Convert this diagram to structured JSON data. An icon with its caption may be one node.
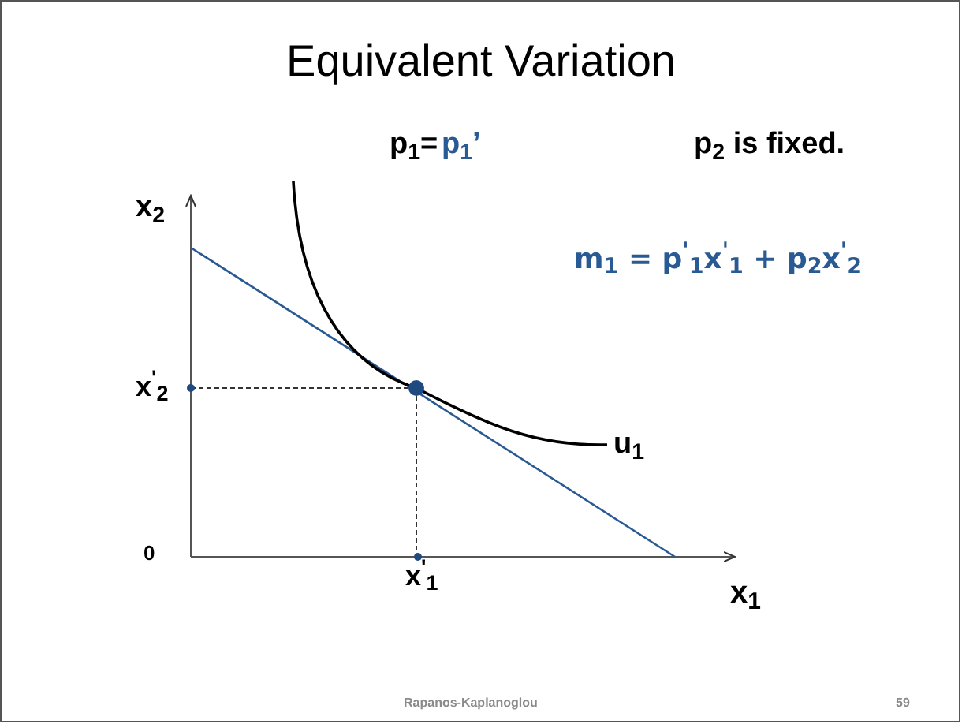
{
  "diagram": {
    "title": "Equivalent Variation",
    "labels": [
      "p$_{1}$=",
      "p$_{1}$’",
      "p$_{2}$ is fixed.",
      "x$_{2}$",
      "m$_{1}$ = p$^{'}$$_{1}$x$^{'}$$_{1}$ + p$_{2}$x$^{'}$$_{2}$",
      "x$^{'}$$_{2}$",
      "u$_{1}$",
      "0",
      "x$^{'}$$_{1}$",
      "x$_{1}$",
      "Rapanos-Kaplanoglou",
      "59"
    ]
  }
}
